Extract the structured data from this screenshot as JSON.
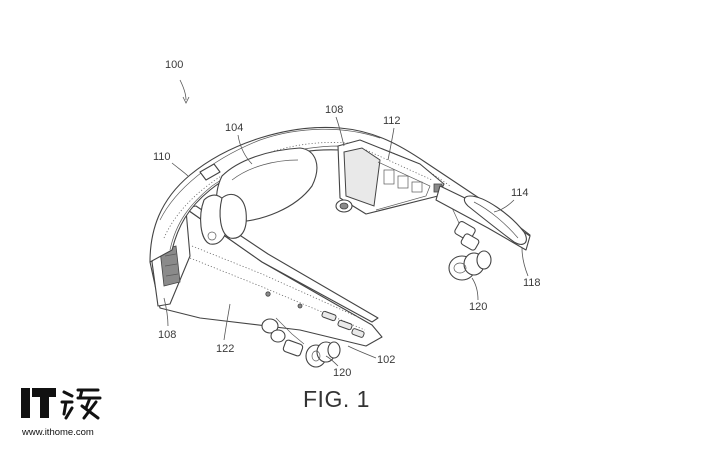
{
  "figure": {
    "caption": "FIG. 1",
    "labels": {
      "device": "100",
      "front_module": "102",
      "lens": "104",
      "speaker_left": "108",
      "speaker_right": "108",
      "battery": "110",
      "circuit": "112",
      "touch_pad": "114",
      "earpiece_bottom": "120",
      "earpiece_right": "120",
      "side_panel": "122",
      "temple_end": "118"
    }
  },
  "watermark": {
    "url": "www.ithome.com",
    "brand": "IT之家"
  }
}
